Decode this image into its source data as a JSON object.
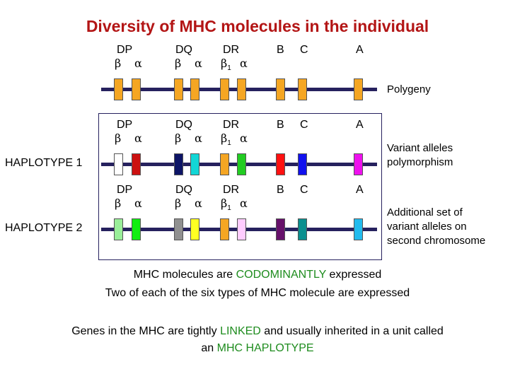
{
  "title": "Diversity of MHC molecules in the individual",
  "loci": [
    "DP",
    "DQ",
    "DR",
    "B",
    "C",
    "A"
  ],
  "greek": {
    "beta": "β",
    "alpha": "α",
    "beta1_sub": "1"
  },
  "rows": [
    {
      "label": "",
      "side": [
        "Polygeny"
      ],
      "genes": [
        "#f5a623",
        "#f5a623",
        "#f5a623",
        "#f5a623",
        "#f5a623",
        "#f5a623",
        "#f5a623",
        "#f5a623",
        "#f5a623"
      ]
    },
    {
      "label": "HAPLOTYPE 1",
      "side": [
        "Variant alleles",
        "polymorphism"
      ],
      "genes": [
        "#ffffff",
        "#cc1111",
        "#0d1466",
        "#12d6d6",
        "#f5a623",
        "#22cc22",
        "#ff1111",
        "#1111ee",
        "#ee11ee"
      ]
    },
    {
      "label": "HAPLOTYPE 2",
      "side": [
        "Additional set of",
        "variant alleles on",
        "second chromosome"
      ],
      "genes": [
        "#99ee99",
        "#11ee11",
        "#909090",
        "#ffff22",
        "#f5a623",
        "#ffccff",
        "#66116b",
        "#0a8f8f",
        "#22bbee"
      ]
    }
  ],
  "notes": {
    "codom_pre": "MHC molecules are ",
    "codom_kw": "CODOMINANTLY",
    "codom_post": " expressed",
    "two_each": "Two of each of the six types of MHC molecule are expressed",
    "linked_pre": "Genes in the MHC are tightly ",
    "linked_kw": "LINKED",
    "linked_post": " and usually inherited in a unit called",
    "haplo_pre": "an ",
    "haplo_kw": "MHC HAPLOTYPE"
  },
  "colors": {
    "title": "#b31515",
    "keyword": "#1e8c1e",
    "chromosome": "#26215e"
  }
}
